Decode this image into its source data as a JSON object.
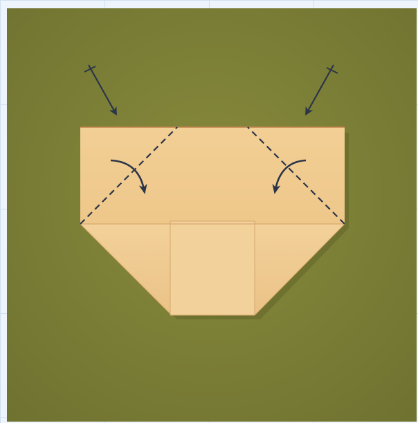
{
  "scene": {
    "subject": "paper-fold-step",
    "colors": {
      "background": "#7f8238",
      "background_dark": "#6f7230",
      "paper": "#efc98c",
      "paper_light": "#f4d49c",
      "paper_edge": "#d8a96a",
      "fold_line": "#2c3548",
      "arrow": "#2c3548"
    },
    "icons": [
      "valley-fold-dashed-line",
      "fold-arrow",
      "curved-fold-arrow"
    ]
  }
}
